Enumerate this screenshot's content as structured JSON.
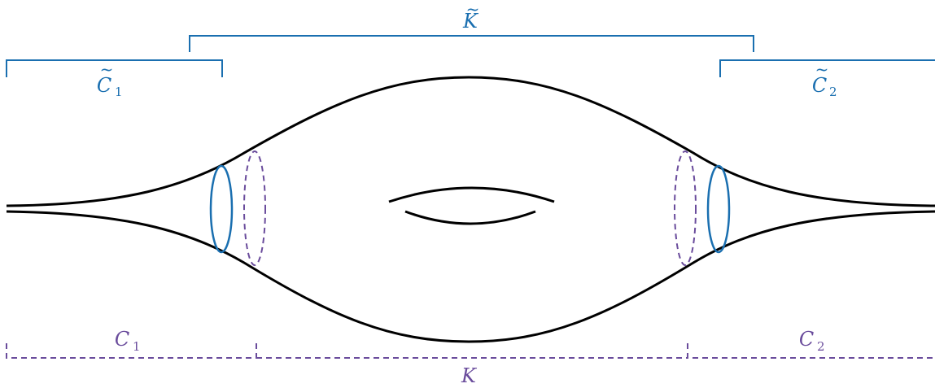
{
  "labels": {
    "k_tilde": {
      "base": "K",
      "accent": "~",
      "sub": ""
    },
    "c1_tilde": {
      "base": "C",
      "accent": "~",
      "sub": "1"
    },
    "c2_tilde": {
      "base": "C",
      "accent": "~",
      "sub": "2"
    },
    "c1": {
      "base": "C",
      "accent": "",
      "sub": "1"
    },
    "c2": {
      "base": "C",
      "accent": "",
      "sub": "2"
    },
    "k": {
      "base": "K",
      "accent": "",
      "sub": ""
    }
  },
  "colors": {
    "blue": "#1a6fb0",
    "purple": "#6a4c9c",
    "black": "#000000"
  }
}
